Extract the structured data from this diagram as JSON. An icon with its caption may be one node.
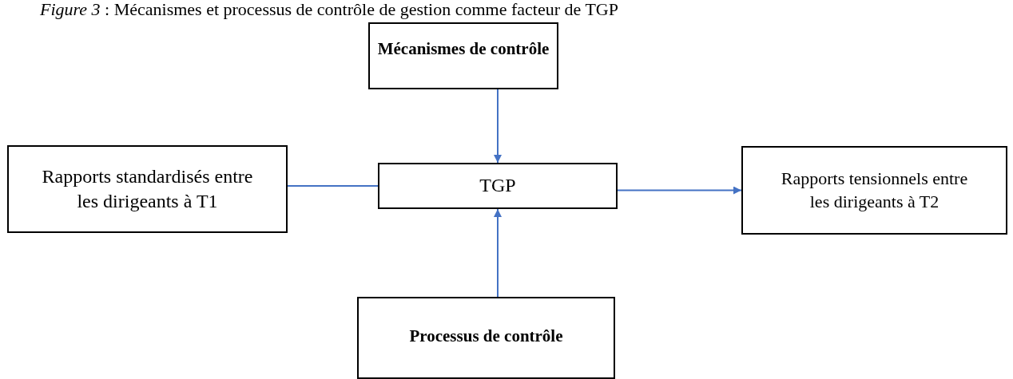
{
  "diagram": {
    "title": "*Figure 3* : Mécanismes et processus de contrôle de gestion comme facteur de TGP",
    "nodes": [
      {
        "text": [
          "Mécanismes de contrôle"
        ]
      },
      {
        "text": [
          "Rapports standardisés entre les dirigeants à T1"
        ]
      },
      {
        "text": [
          "TGP"
        ]
      },
      {
        "text": [
          "Rapports tensionnels entre les dirigeants à T2"
        ]
      },
      {
        "text": [
          "Processus de contrôle"
        ]
      }
    ],
    "edges": [
      {
        "from": 0,
        "to": 2,
        "arrow": "to"
      },
      {
        "from": 1,
        "to": 2,
        "arrow": "none"
      },
      {
        "from": 2,
        "to": 3,
        "arrow": "to"
      },
      {
        "from": 4,
        "to": 2,
        "arrow": "to"
      }
    ]
  }
}
